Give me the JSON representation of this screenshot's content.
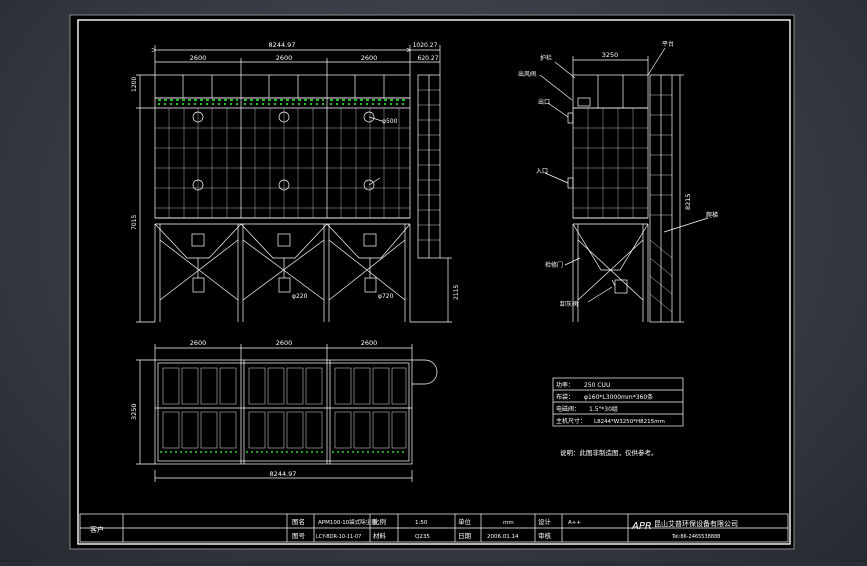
{
  "colors": {
    "background": "#000000",
    "line": "#ffffff",
    "accent_green": "#33ff33",
    "outer_gray": "#3a3f46"
  },
  "front_view": {
    "overall_width": "8244.97",
    "bay_widths": [
      "2600",
      "2600",
      "2600"
    ],
    "ladder_width": "1020.27",
    "ladder_inner": "620.27",
    "top_height": "1200",
    "total_height": "7015",
    "leg_height": "2115",
    "nozzle_a": "φ500",
    "outlet_dia": [
      "φ220",
      "φ720"
    ]
  },
  "side_view": {
    "width": "3250",
    "height": "8215",
    "labels": [
      "护栏",
      "平台",
      "出风阀",
      "出口",
      "入口",
      "检修门",
      "爬梯",
      "卸灰阀"
    ]
  },
  "plan_view": {
    "bay_widths": [
      "2600",
      "2600",
      "2600"
    ],
    "depth": "3250",
    "overall_width": "8244.97"
  },
  "spec_table": {
    "rows": [
      {
        "label": "功率：",
        "value": "250 CUU"
      },
      {
        "label": "布袋：",
        "value": "φ160*L3000mm*360条"
      },
      {
        "label": "电磁阀：",
        "value": "1.5\"*30组"
      },
      {
        "label": "主机尺寸：",
        "value": "L8244*W3250*H8215mm"
      }
    ]
  },
  "note": "说明：此图非制造图，仅供参考。",
  "title_block": {
    "client_label": "客户",
    "drawing_name_label": "图名",
    "drawing_name": "APM100-10袋式除尘器",
    "drawing_no_label": "图号",
    "drawing_no": "LCY-BDR-10-11-07",
    "scale_label": "比例",
    "scale": "1:50",
    "material_label": "材料",
    "material": "Q235",
    "unit_label": "单位",
    "unit": "mm",
    "date_label": "日期",
    "date": "2006.01.14",
    "design_label": "设计",
    "design": "A++",
    "review_label": "审核",
    "logo_text": "APR",
    "company": "昆山艾普环保设备有限公司",
    "tel": "Tel:86-2465538888"
  }
}
